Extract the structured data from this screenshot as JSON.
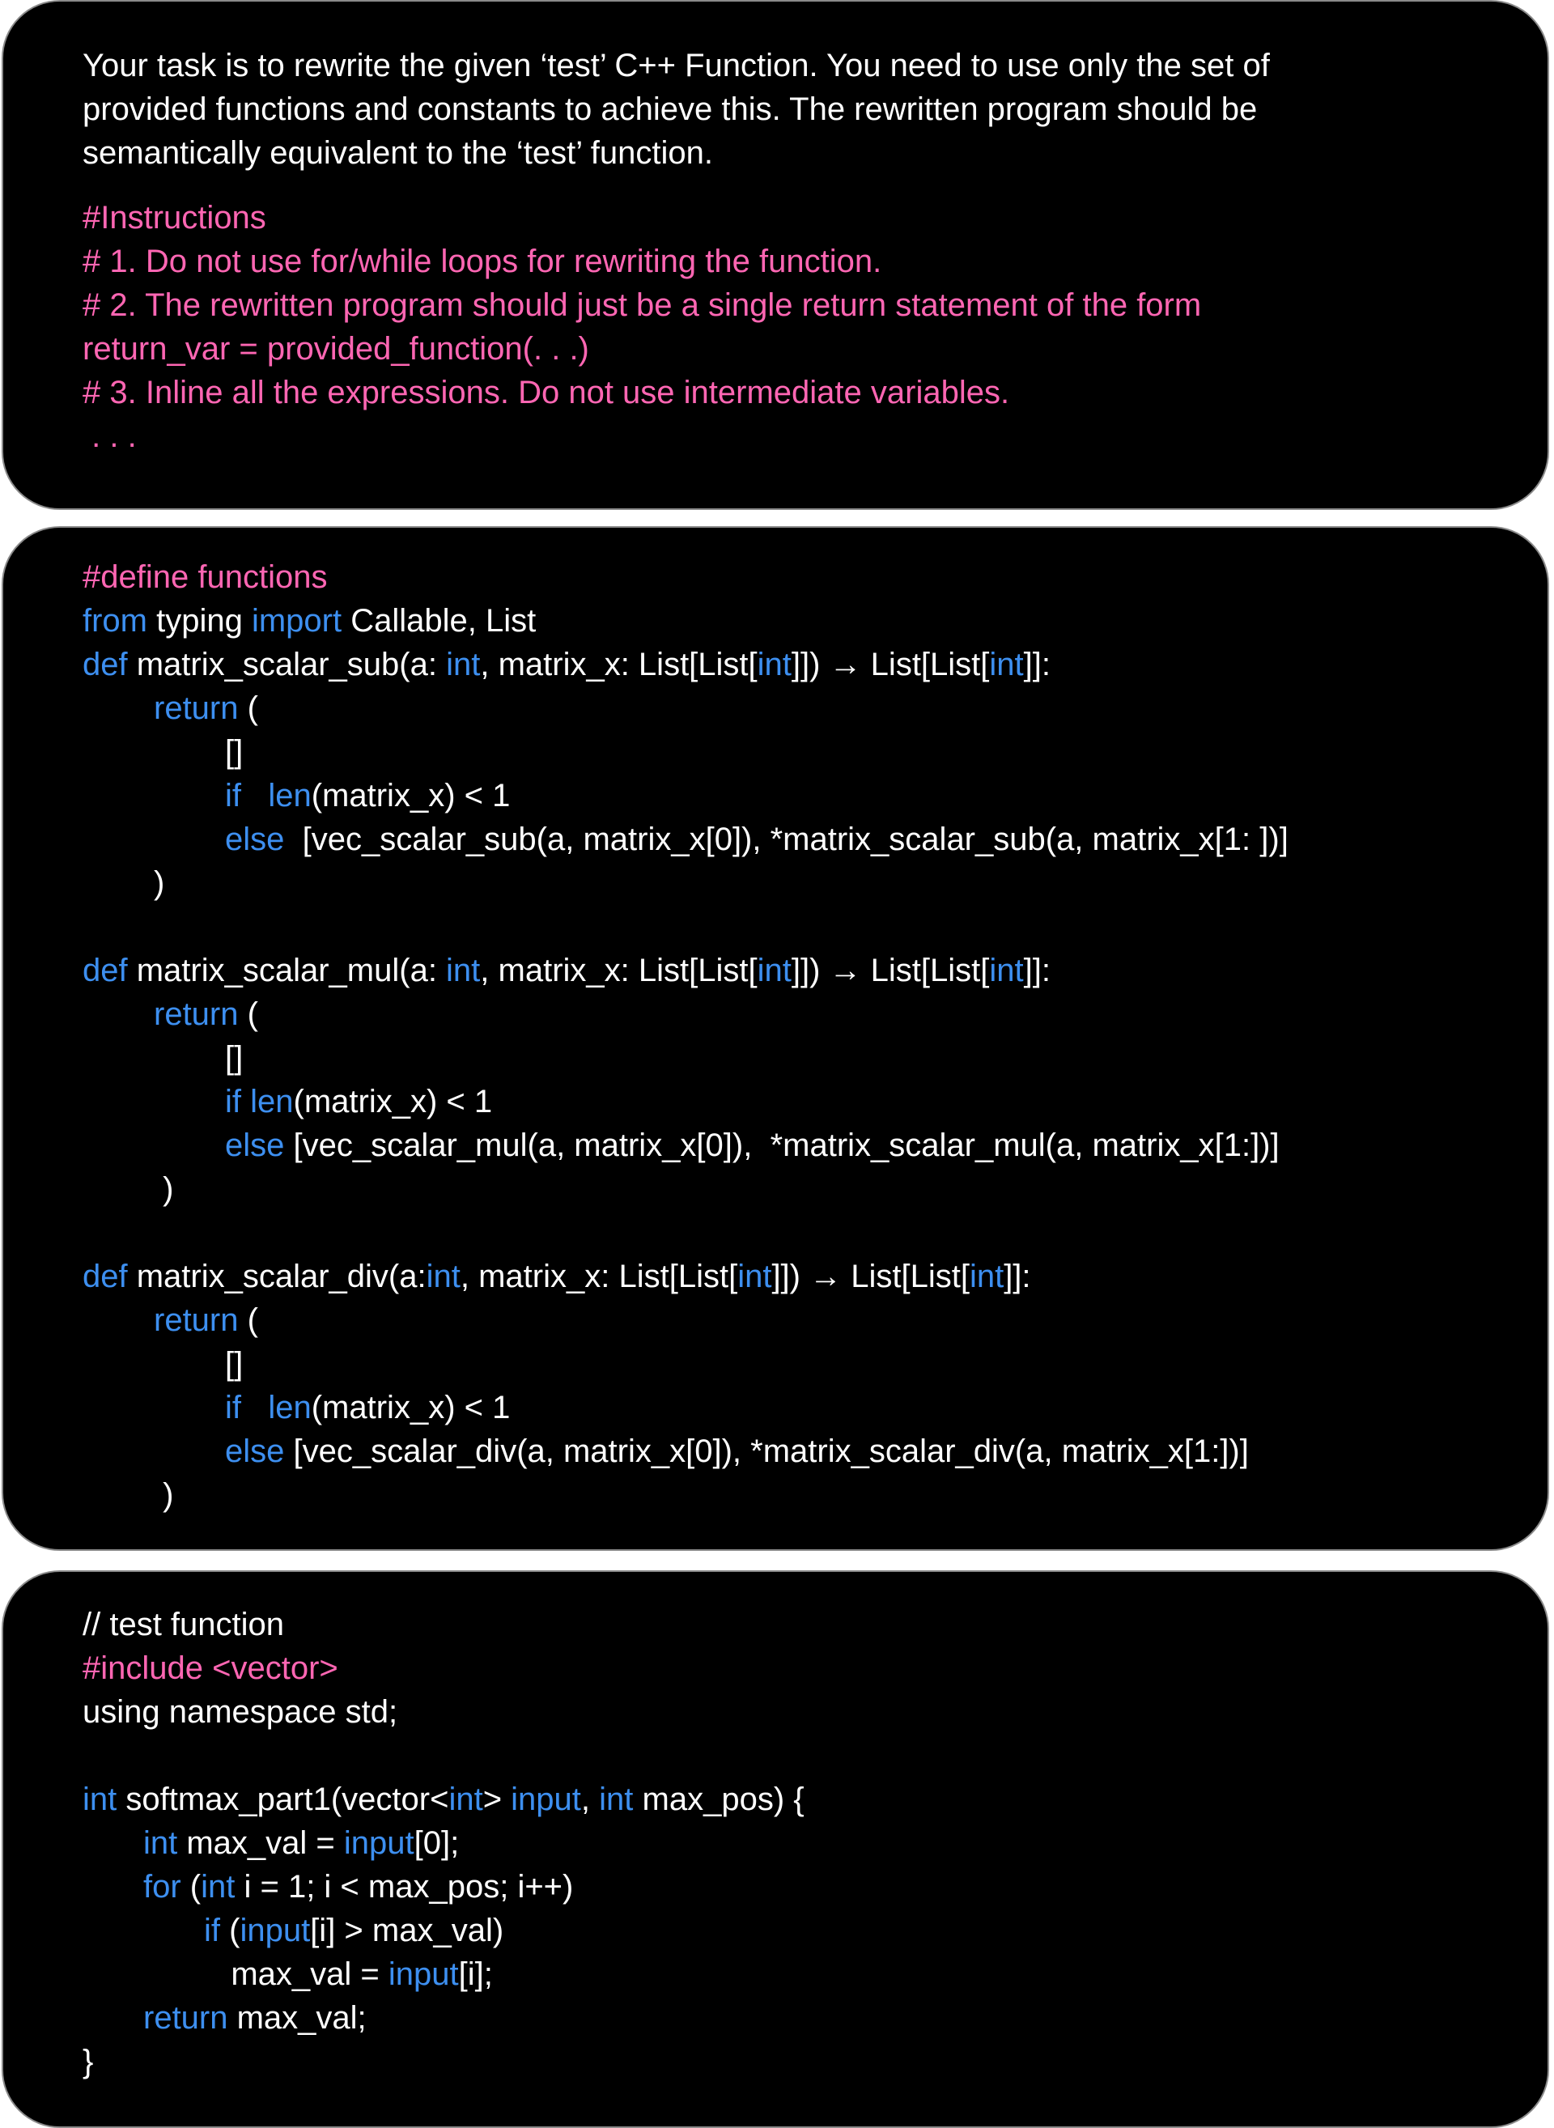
{
  "task": {
    "paragraph": [
      "Your task is to rewrite the given ‘test’ C++ Function. You need to use only the set of",
      "provided functions and constants to achieve this. The rewritten program should be",
      "semantically equivalent to the ‘test’ function."
    ],
    "instructions": [
      "#Instructions",
      "# 1. Do not use for/while loops for rewriting the function.",
      "# 2. The rewritten program should just be a single return statement of the form",
      "return_var = provided_function(. . .)",
      "# 3. Inline all the expressions. Do not use intermediate variables.",
      " . . ."
    ]
  },
  "colors": {
    "text": "#ffffff",
    "keyword": "#3d8ff0",
    "directive": "#ff66b3",
    "background": "#000000"
  },
  "functions_code": [
    [
      [
        "p",
        "#define functions"
      ]
    ],
    [
      [
        "b",
        "from"
      ],
      [
        "w",
        " typing "
      ],
      [
        "b",
        "import"
      ],
      [
        "w",
        " Callable, List"
      ]
    ],
    [
      [
        "b",
        "def"
      ],
      [
        "w",
        " matrix_scalar_sub(a: "
      ],
      [
        "b",
        "int"
      ],
      [
        "w",
        ", matrix_x: List[List["
      ],
      [
        "b",
        "int"
      ],
      [
        "w",
        "]]) → List[List["
      ],
      [
        "b",
        "int"
      ],
      [
        "w",
        "]]:"
      ]
    ],
    [
      [
        "w",
        "\t"
      ],
      [
        "b",
        "return"
      ],
      [
        "w",
        " ("
      ]
    ],
    [
      [
        "w",
        "\t\t[]"
      ]
    ],
    [
      [
        "w",
        "\t\t"
      ],
      [
        "b",
        "if"
      ],
      [
        "w",
        "   "
      ],
      [
        "b",
        "len"
      ],
      [
        "w",
        "(matrix_x) < 1"
      ]
    ],
    [
      [
        "w",
        "\t\t"
      ],
      [
        "b",
        "else"
      ],
      [
        "w",
        "  [vec_scalar_sub(a, matrix_x[0]), *matrix_scalar_sub(a, matrix_x[1: ])]"
      ]
    ],
    [
      [
        "w",
        "\t)"
      ]
    ],
    [],
    [
      [
        "b",
        "def"
      ],
      [
        "w",
        " matrix_scalar_mul(a: "
      ],
      [
        "b",
        "int"
      ],
      [
        "w",
        ", matrix_x: List[List["
      ],
      [
        "b",
        "int"
      ],
      [
        "w",
        "]]) → List[List["
      ],
      [
        "b",
        "int"
      ],
      [
        "w",
        "]]:"
      ]
    ],
    [
      [
        "w",
        "\t"
      ],
      [
        "b",
        "return"
      ],
      [
        "w",
        " ("
      ]
    ],
    [
      [
        "w",
        "\t\t[]"
      ]
    ],
    [
      [
        "w",
        "\t\t"
      ],
      [
        "b",
        "if"
      ],
      [
        "w",
        " "
      ],
      [
        "b",
        "len"
      ],
      [
        "w",
        "(matrix_x) < 1"
      ]
    ],
    [
      [
        "w",
        "\t\t"
      ],
      [
        "b",
        "else"
      ],
      [
        "w",
        " [vec_scalar_mul(a, matrix_x[0]),  *matrix_scalar_mul(a, matrix_x[1:])]"
      ]
    ],
    [
      [
        "w",
        "\t )"
      ]
    ],
    [],
    [
      [
        "b",
        "def"
      ],
      [
        "w",
        " matrix_scalar_div(a:"
      ],
      [
        "b",
        "int"
      ],
      [
        "w",
        ", matrix_x: List[List["
      ],
      [
        "b",
        "int"
      ],
      [
        "w",
        "]]) → List[List["
      ],
      [
        "b",
        "int"
      ],
      [
        "w",
        "]]:"
      ]
    ],
    [
      [
        "w",
        "\t"
      ],
      [
        "b",
        "return"
      ],
      [
        "w",
        " ("
      ]
    ],
    [
      [
        "w",
        "\t\t[]"
      ]
    ],
    [
      [
        "w",
        "\t\t"
      ],
      [
        "b",
        "if"
      ],
      [
        "w",
        "   "
      ],
      [
        "b",
        "len"
      ],
      [
        "w",
        "(matrix_x) < 1"
      ]
    ],
    [
      [
        "w",
        "\t\t"
      ],
      [
        "b",
        "else"
      ],
      [
        "w",
        " [vec_scalar_div(a, matrix_x[0]), *matrix_scalar_div(a, matrix_x[1:])]"
      ]
    ],
    [
      [
        "w",
        "\t )"
      ]
    ]
  ],
  "test_code": [
    [
      [
        "w",
        "// test function"
      ]
    ],
    [
      [
        "p",
        "#include <vector>"
      ]
    ],
    [
      [
        "w",
        "using namespace std;"
      ]
    ],
    [],
    [
      [
        "b",
        "int"
      ],
      [
        "w",
        " softmax_part1(vector<"
      ],
      [
        "b",
        "int"
      ],
      [
        "w",
        "> "
      ],
      [
        "b",
        "input"
      ],
      [
        "w",
        ", "
      ],
      [
        "b",
        "int"
      ],
      [
        "w",
        " max_pos) {"
      ]
    ],
    [
      [
        "w",
        "\t"
      ],
      [
        "b",
        "int"
      ],
      [
        "w",
        " max_val = "
      ],
      [
        "b",
        "input"
      ],
      [
        "w",
        "[0];"
      ]
    ],
    [
      [
        "w",
        "\t"
      ],
      [
        "b",
        "for"
      ],
      [
        "w",
        " ("
      ],
      [
        "b",
        "int"
      ],
      [
        "w",
        " i = 1; i < max_pos; i++)"
      ]
    ],
    [
      [
        "w",
        "\t\t"
      ],
      [
        "b",
        "if"
      ],
      [
        "w",
        " ("
      ],
      [
        "b",
        "input"
      ],
      [
        "w",
        "[i] > max_val)"
      ]
    ],
    [
      [
        "w",
        "\t\t   max_val = "
      ],
      [
        "b",
        "input"
      ],
      [
        "w",
        "[i];"
      ]
    ],
    [
      [
        "w",
        "\t"
      ],
      [
        "b",
        "return"
      ],
      [
        "w",
        " max_val;"
      ]
    ],
    [
      [
        "w",
        "}"
      ]
    ]
  ]
}
